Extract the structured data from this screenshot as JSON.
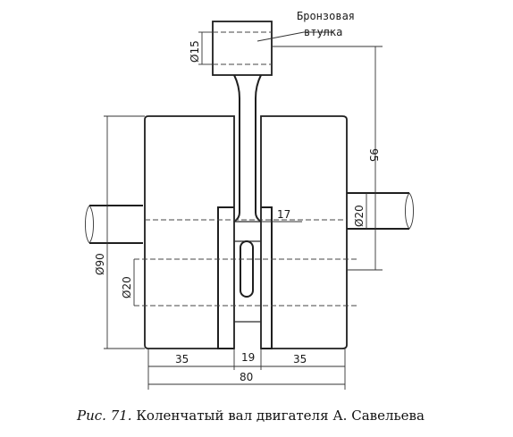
{
  "labels": {
    "bushing_line1": "Бронзовая",
    "bushing_line2": "втулка"
  },
  "dimensions": {
    "bushing_dia": "Ø15",
    "stroke_len": "95",
    "journal_dia": "Ø20",
    "gap_width": "17",
    "cheek_dia": "Ø90",
    "pin_dia": "Ø20",
    "left_cheek": "35",
    "middle": "19",
    "right_cheek": "35",
    "total_width": "80"
  },
  "caption": {
    "figure": "Рис. 71.",
    "text": " Коленчатый вал двигателя А. Савельева"
  }
}
